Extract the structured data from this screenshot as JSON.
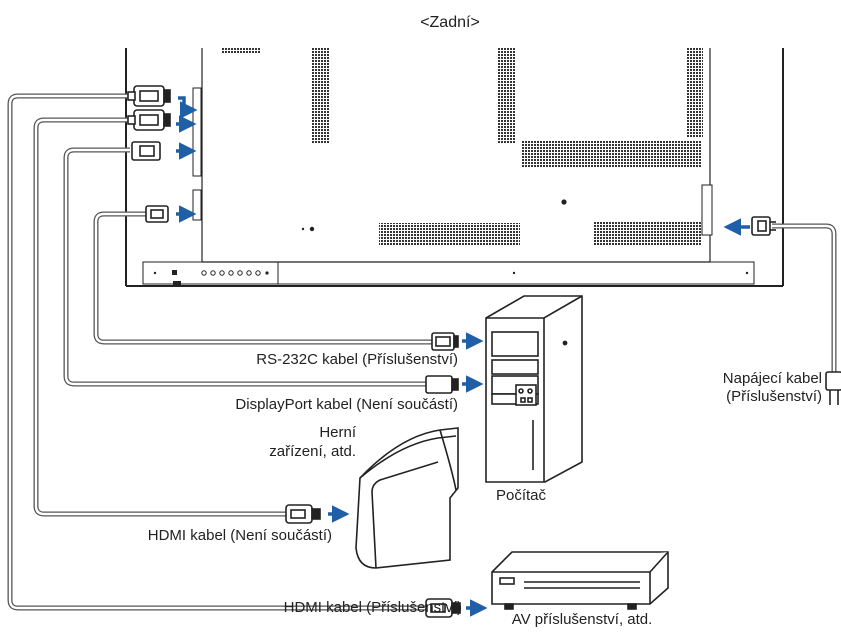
{
  "header": {
    "title": "<Zadní>"
  },
  "labels": {
    "rs232c": "RS-232C kabel (Příslušenství)",
    "displayport": "DisplayPort kabel (Není součástí)",
    "game_line1": "Herní",
    "game_line2": "zařízení, atd.",
    "hdmi_not_included": "HDMI kabel (Není součástí)",
    "hdmi_accessory": "HDMI kabel (Příslušenství)",
    "computer": "Počítač",
    "av": "AV příslušenství, atd.",
    "power_line1": "Napájecí kabel",
    "power_line2": "(Příslušenství)"
  },
  "colors": {
    "arrow": "#1f5fa8",
    "line": "#222222",
    "cable": "#555555"
  },
  "icons": [
    "hdmi-plug-icon",
    "displayport-plug-icon",
    "rs232c-plug-icon",
    "power-plug-icon",
    "pc-tower-icon",
    "game-console-icon",
    "av-device-icon",
    "arrow-icon"
  ]
}
